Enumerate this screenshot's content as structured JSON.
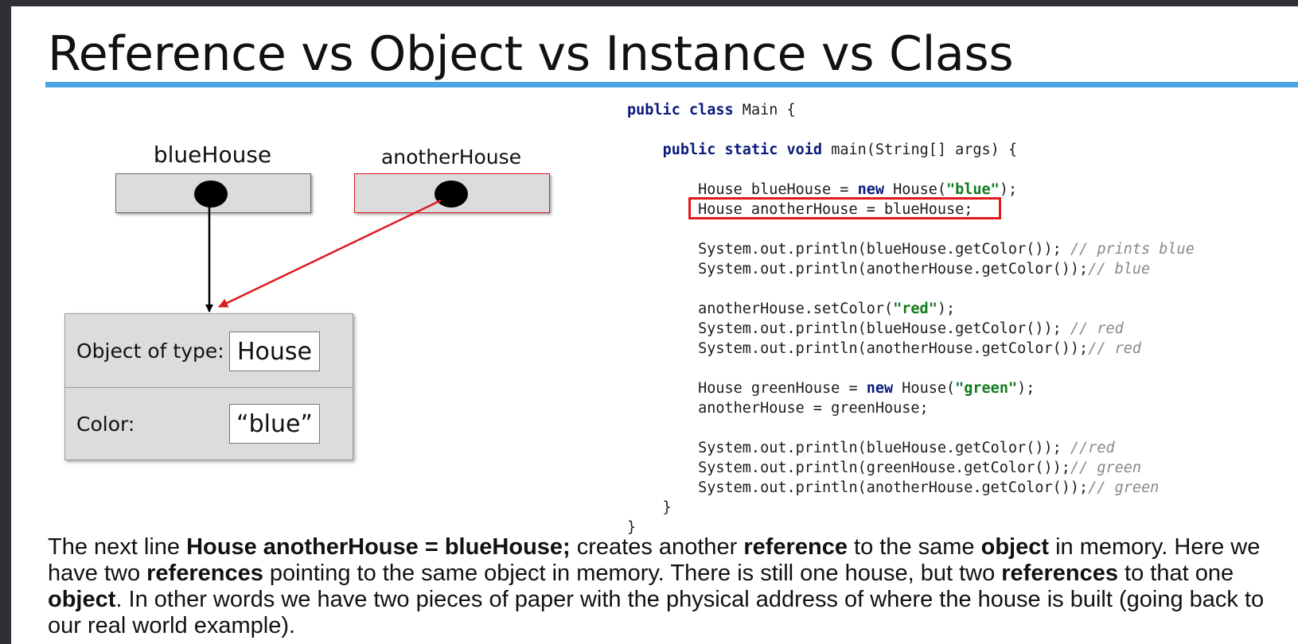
{
  "title": "Reference vs Object vs Instance vs Class",
  "diagram": {
    "ref1_label": "blueHouse",
    "ref2_label": "anotherHouse",
    "object_type_label": "Object of type:",
    "object_type_value": "House",
    "color_label": "Color:",
    "color_value": "“blue”"
  },
  "code": {
    "l1": "public class Main {",
    "l2": "public static void main(String[] args) {",
    "l3": "House blueHouse = new House(\"blue\");",
    "l4": "House anotherHouse = blueHouse;",
    "l5": "System.out.println(blueHouse.getColor()); // prints blue",
    "l6": "System.out.println(anotherHouse.getColor());// blue",
    "l7": "anotherHouse.setColor(\"red\");",
    "l8": "System.out.println(blueHouse.getColor()); // red",
    "l9": "System.out.println(anotherHouse.getColor());// red",
    "l10": "House greenHouse = new House(\"green\");",
    "l11": "anotherHouse = greenHouse;",
    "l12": "System.out.println(blueHouse.getColor()); //red",
    "l13": "System.out.println(greenHouse.getColor());// green",
    "l14": "System.out.println(anotherHouse.getColor());// green",
    "l15": "}",
    "l16": "}"
  },
  "paragraph": {
    "t1": "The next line ",
    "b1": "House anotherHouse = blueHouse;",
    "t2": " creates another ",
    "b2": "reference",
    "t3": " to the same ",
    "b3": "object",
    "t4": " in memory. Here we have two ",
    "b4": "references",
    "t5": " pointing to the same object in memory. There is still one house, but two ",
    "b5": "references",
    "t6": " to that one ",
    "b6": "object",
    "t7": ". In other words we have two pieces of paper with the physical address of where the house is built (going back to our real world example)."
  },
  "colors": {
    "accent_rule": "#4ea5e6",
    "highlight": "#e0191c",
    "keyword": "#0a1a7a",
    "string": "#137a1d",
    "comment": "#888888"
  }
}
